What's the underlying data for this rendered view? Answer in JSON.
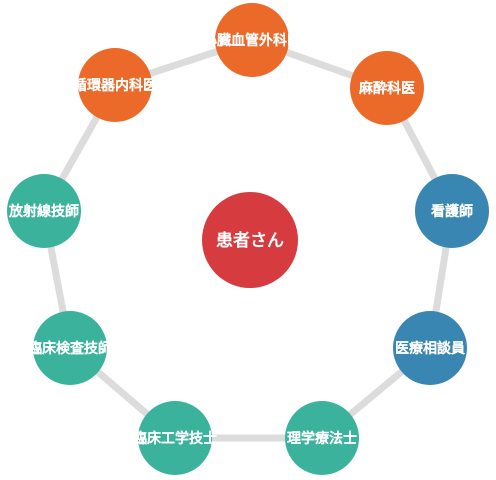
{
  "center": {
    "label": "患者さん",
    "color": "#d63c3f"
  },
  "colors": {
    "orange": "#ec6a29",
    "blue": "#3a86b2",
    "teal": "#3bb39c",
    "ring": "#dcdcdc",
    "label_text": "#ffffff",
    "label_outline": "#1f4f4a"
  },
  "nodes": [
    {
      "label": "心臓血管外科医",
      "group": "orange"
    },
    {
      "label": "麻酔科医",
      "group": "orange"
    },
    {
      "label": "看護師",
      "group": "blue"
    },
    {
      "label": "医療相談員",
      "group": "blue"
    },
    {
      "label": "理学療法士",
      "group": "teal"
    },
    {
      "label": "臨床工学技士",
      "group": "teal"
    },
    {
      "label": "臨床検査技師",
      "group": "teal"
    },
    {
      "label": "放射線技師",
      "group": "teal"
    },
    {
      "label": "循環器内科医",
      "group": "orange"
    }
  ]
}
